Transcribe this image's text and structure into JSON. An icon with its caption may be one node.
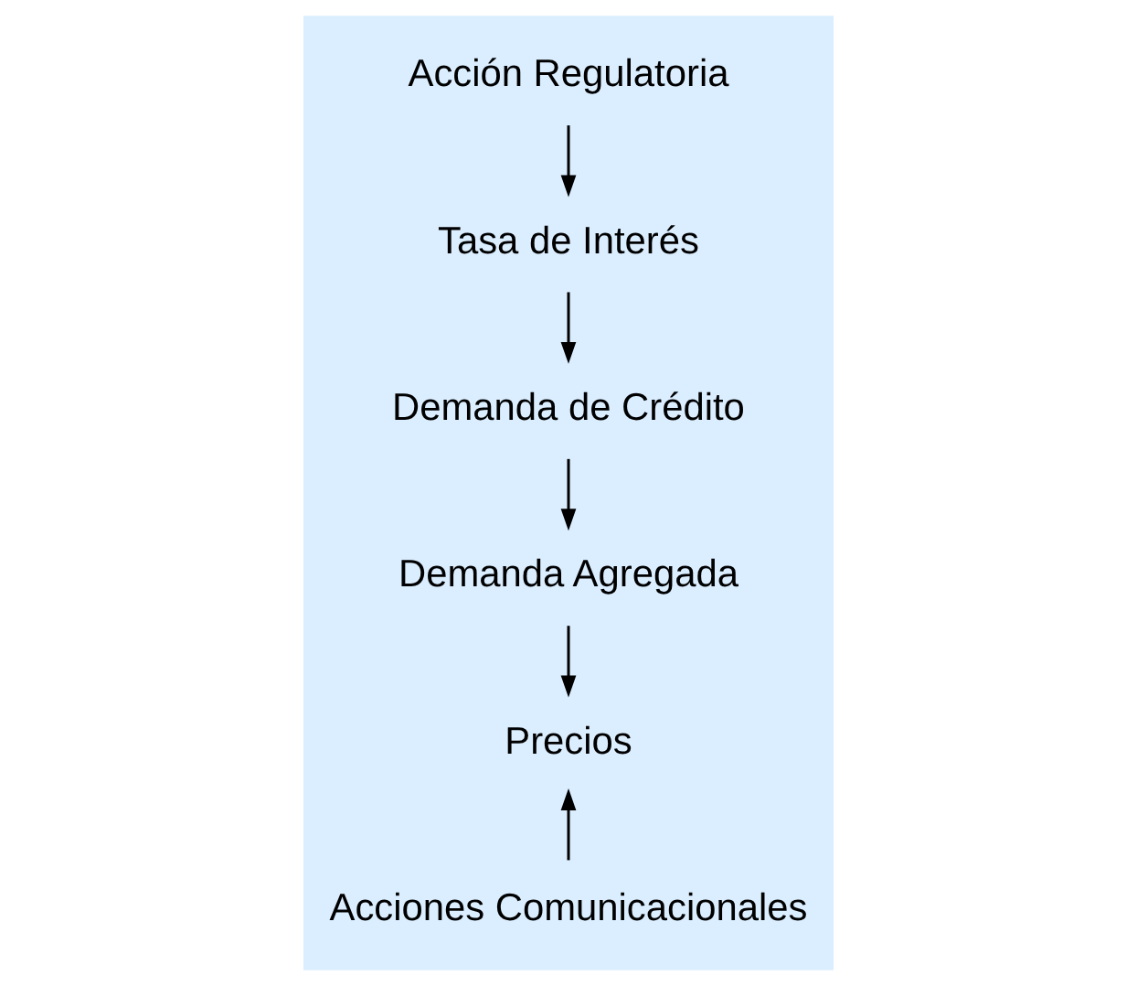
{
  "diagram": {
    "nodes": [
      {
        "text": [
          "Acción Regulatoria"
        ]
      },
      {
        "text": [
          "Tasa de Interés"
        ]
      },
      {
        "text": [
          "Demanda de Crédito"
        ]
      },
      {
        "text": [
          "Demanda Agregada"
        ]
      },
      {
        "text": [
          "Precios"
        ]
      },
      {
        "text": [
          "Acciones Comunicacionales"
        ]
      }
    ],
    "edges": [
      {
        "from": 0,
        "to": 1,
        "arrow": "to"
      },
      {
        "from": 1,
        "to": 2,
        "arrow": "to"
      },
      {
        "from": 2,
        "to": 3,
        "arrow": "to"
      },
      {
        "from": 3,
        "to": 4,
        "arrow": "to"
      },
      {
        "from": 5,
        "to": 4,
        "arrow": "to"
      }
    ]
  }
}
